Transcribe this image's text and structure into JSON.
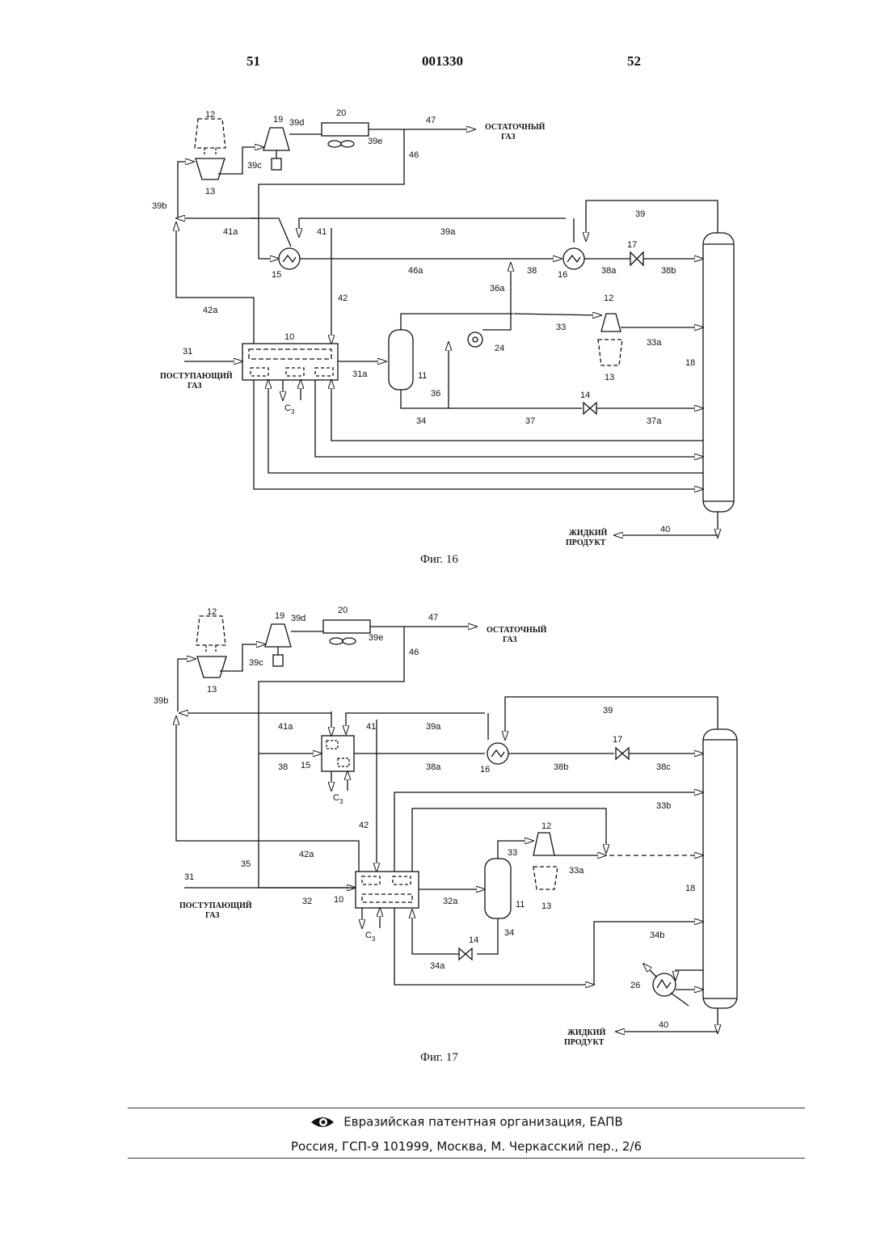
{
  "header": {
    "page_left": "51",
    "doc_number": "001330",
    "page_right": "52"
  },
  "fig16": {
    "caption": "Фиг. 16",
    "feed_gas": [
      "ПОСТУПАЮЩИЙ",
      "ГАЗ"
    ],
    "residue_gas": [
      "ОСТАТОЧНЫЙ",
      "ГАЗ"
    ],
    "liquid_product": [
      "ЖИДКИЙ",
      "ПРОДУКТ"
    ],
    "c3": "C",
    "c3_sub": "3",
    "labels": {
      "n12a": "12",
      "n19": "19",
      "n39d": "39d",
      "n20": "20",
      "n47": "47",
      "n39e": "39e",
      "n46": "46",
      "n39c": "39c",
      "n13a": "13",
      "n39b": "39b",
      "n41a": "41a",
      "n41": "41",
      "n39a": "39a",
      "n39": "39",
      "n17": "17",
      "n15": "15",
      "n46a": "46a",
      "n38": "38",
      "n16": "16",
      "n38a": "38a",
      "n38b": "38b",
      "n42": "42",
      "n36a": "36a",
      "n42a": "42a",
      "n12b": "12",
      "n33": "33",
      "n24": "24",
      "n10": "10",
      "n31": "31",
      "n31a": "31a",
      "n11": "11",
      "n33a": "33a",
      "n18": "18",
      "n13b": "13",
      "n36": "36",
      "n14": "14",
      "n34": "34",
      "n37": "37",
      "n37a": "37a",
      "n40": "40"
    }
  },
  "fig17": {
    "caption": "Фиг. 17",
    "feed_gas": [
      "ПОСТУПАЮЩИЙ",
      "ГАЗ"
    ],
    "residue_gas": [
      "ОСТАТОЧНЫЙ",
      "ГАЗ"
    ],
    "liquid_product": [
      "ЖИДКИЙ",
      "ПРОДУКТ"
    ],
    "c3": "C",
    "c3_sub": "3",
    "labels": {
      "n12a": "12",
      "n19": "19",
      "n39d": "39d",
      "n20": "20",
      "n47": "47",
      "n39e": "39e",
      "n46": "46",
      "n39c": "39c",
      "n13a": "13",
      "n39b": "39b",
      "n41a": "41a",
      "n41": "41",
      "n39a": "39a",
      "n39": "39",
      "n38": "38",
      "n15": "15",
      "n38a": "38a",
      "n16": "16",
      "n38b": "38b",
      "n17": "17",
      "n38c": "38c",
      "n33b": "33b",
      "n42": "42",
      "n12b": "12",
      "n33": "33",
      "n42a": "42a",
      "n33a": "33a",
      "n35": "35",
      "n31": "31",
      "n32": "32",
      "n10": "10",
      "n32a": "32a",
      "n11": "11",
      "n13b": "13",
      "n18": "18",
      "n34": "34",
      "n34b": "34b",
      "n14": "14",
      "n34a": "34a",
      "n26": "26",
      "n40": "40"
    }
  },
  "footer": {
    "organization": "Евразийская патентная организация, ЕАПВ",
    "address": "Россия, ГСП-9 101999, Москва, М. Черкасский пер., 2/6"
  }
}
